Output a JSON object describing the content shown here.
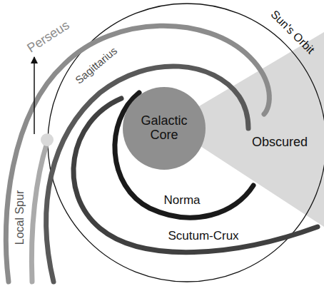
{
  "diagram": {
    "nodes": [
      {
        "text": [
          "Galactic Core"
        ]
      }
    ],
    "labels": [
      "Perseus",
      "Sagittarius",
      "Sun's Orbit",
      "Obscured",
      "Norma",
      "Scutum-Crux",
      "Local Spur"
    ]
  }
}
